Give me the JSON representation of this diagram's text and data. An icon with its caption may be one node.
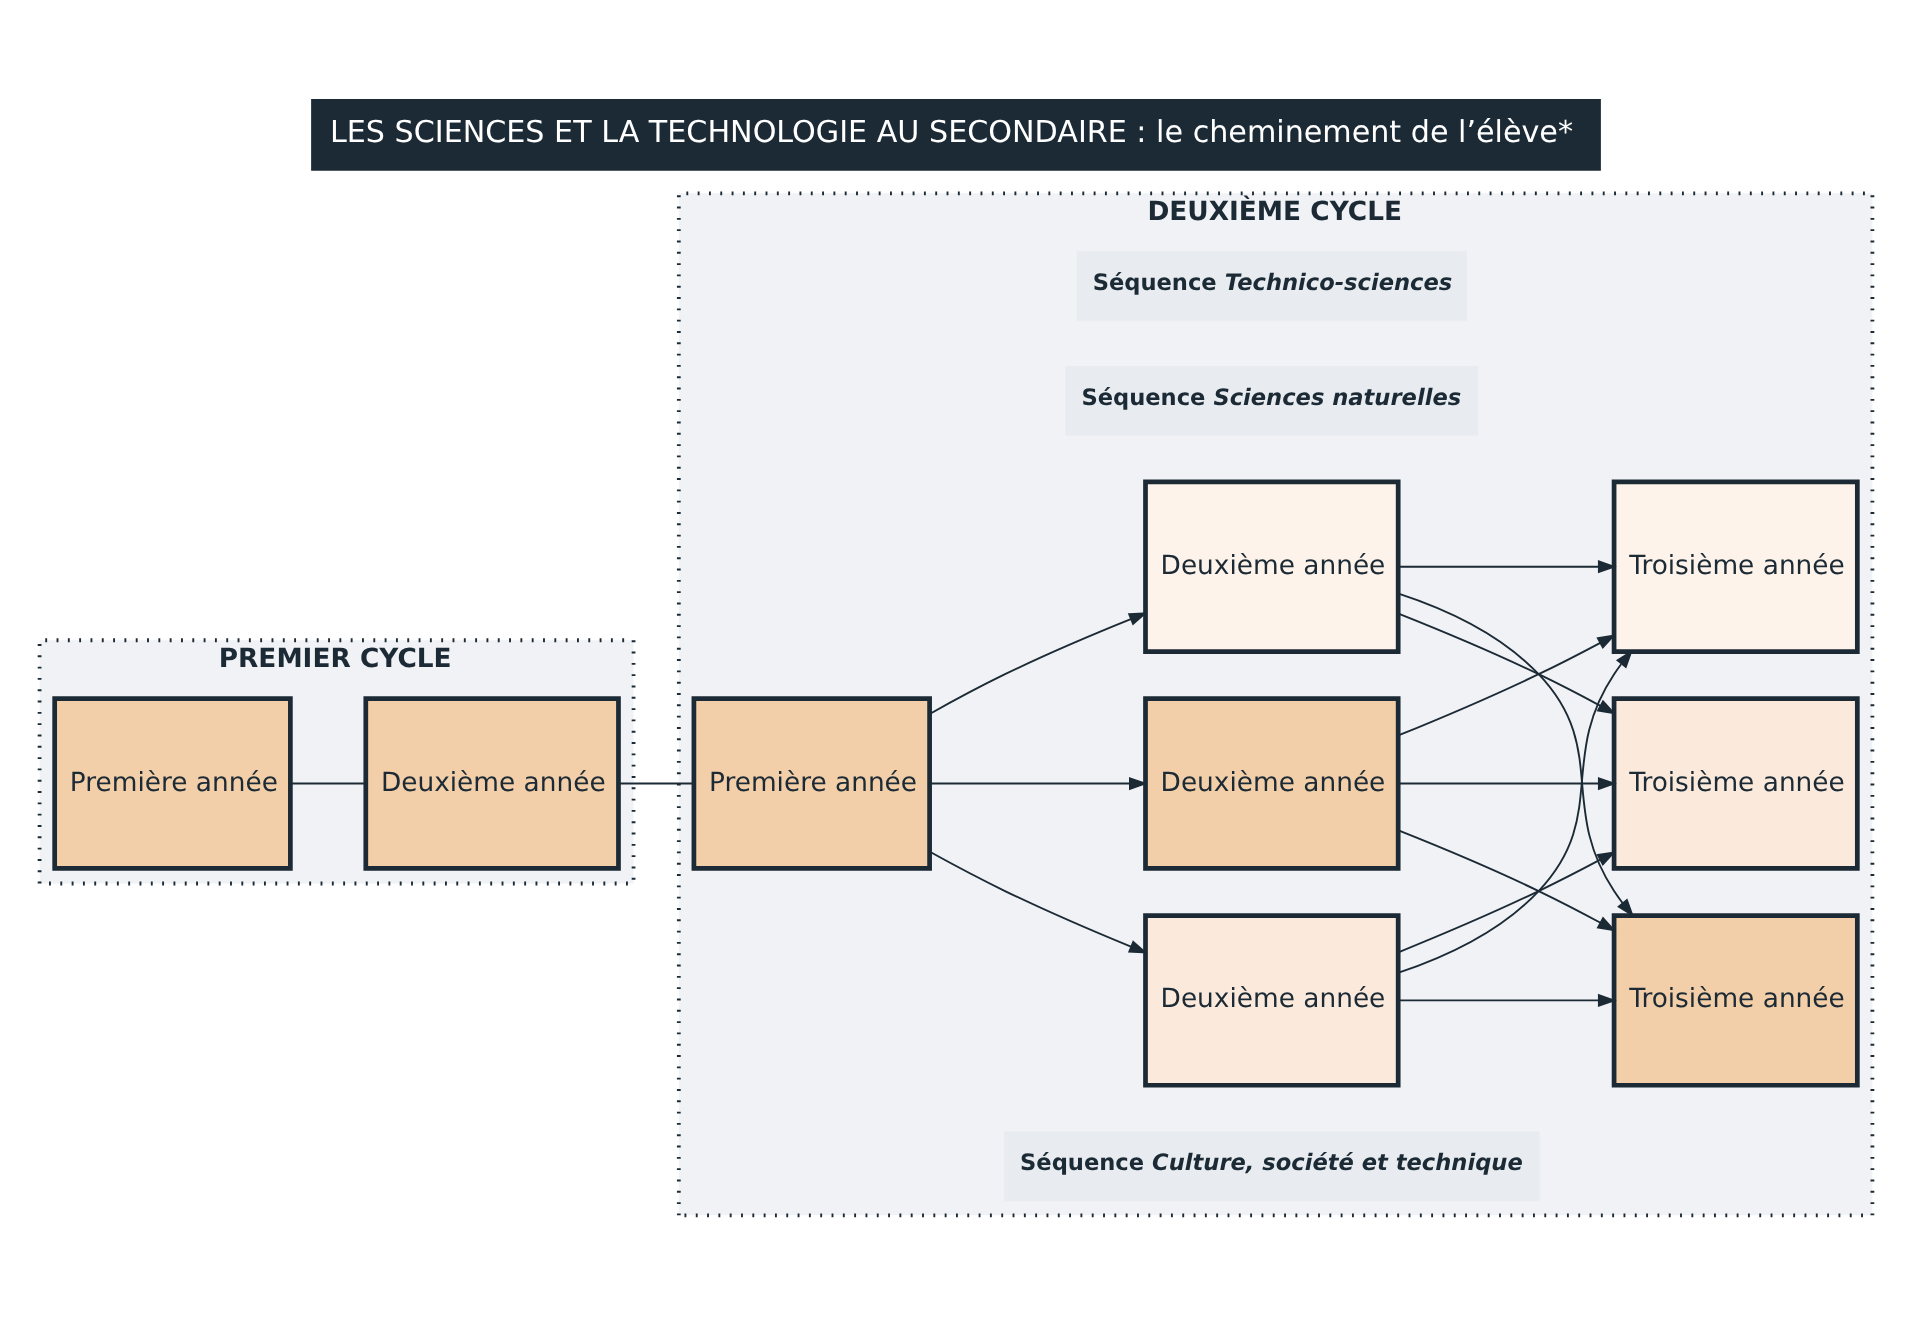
{
  "diagram": {
    "title": "LES SCIENCES ET LA TECHNOLOGIE AU SECONDAIRE : le cheminement de l’élève*",
    "nodes": [
      {
        "text": [
          "PREMIER CYCLE"
        ]
      },
      {
        "text": [
          "DEUXIÈME CYCLE"
        ]
      },
      {
        "text": [
          "Première année"
        ],
        "in": 0
      },
      {
        "text": [
          "Deuxième année"
        ],
        "in": 0
      },
      {
        "text": [
          "Première année"
        ],
        "in": 1
      },
      {
        "text": [
          "Deuxième année"
        ],
        "in": 1
      },
      {
        "text": [
          "Troisième année"
        ],
        "in": 1
      },
      {
        "text": [
          "Deuxième année"
        ],
        "in": 1
      },
      {
        "text": [
          "Troisième année"
        ],
        "in": 1
      },
      {
        "text": [
          "Deuxième année"
        ],
        "in": 1
      },
      {
        "text": [
          "Troisième année"
        ],
        "in": 1
      }
    ],
    "edges": [
      {
        "from": 2,
        "to": 3,
        "arrow": "none"
      },
      {
        "from": 3,
        "to": 4,
        "arrow": "none"
      },
      {
        "from": 4,
        "to": 5,
        "arrow": "to"
      },
      {
        "from": 4,
        "to": 7,
        "arrow": "to"
      },
      {
        "from": 4,
        "to": 9,
        "arrow": "to"
      },
      {
        "from": 5,
        "to": 6,
        "arrow": "to"
      },
      {
        "from": 5,
        "to": 8,
        "arrow": "to"
      },
      {
        "from": 5,
        "to": 10,
        "arrow": "to"
      },
      {
        "from": 7,
        "to": 6,
        "arrow": "to"
      },
      {
        "from": 7,
        "to": 8,
        "arrow": "to"
      },
      {
        "from": 7,
        "to": 10,
        "arrow": "to"
      },
      {
        "from": 9,
        "to": 6,
        "arrow": "to"
      },
      {
        "from": 9,
        "to": 8,
        "arrow": "to"
      },
      {
        "from": 9,
        "to": 10,
        "arrow": "to"
      }
    ],
    "labels": [
      "Séquence *Culture, société et technique*",
      "Séquence *Sciences naturelles*",
      "Séquence *Technico-sciences*"
    ]
  }
}
